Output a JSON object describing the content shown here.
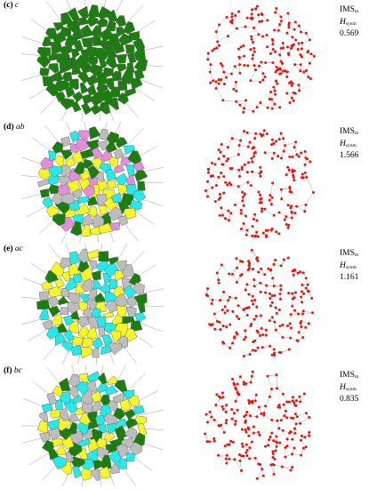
{
  "panels": [
    {
      "tag": "(c)",
      "name": "c",
      "ims": "IMS",
      "ims_sub": "m",
      "h": "H",
      "h_sub": "syn",
      "h_sup": "m",
      "value": "0.569",
      "fill": [
        "#1e7d10"
      ]
    },
    {
      "tag": "(d)",
      "name": "ab",
      "ims": "IMS",
      "ims_sub": "m",
      "h": "H",
      "h_sub": "syn",
      "h_sup": "m",
      "value": "1.566",
      "fill": [
        "#1e7d10",
        "#f5f529",
        "#e08fd8",
        "#28e8e8",
        "#bdbdbd"
      ]
    },
    {
      "tag": "(e)",
      "name": "ac",
      "ims": "IMS",
      "ims_sub": "m",
      "h": "H",
      "h_sub": "syn",
      "h_sup": "m",
      "value": "1.161",
      "fill": [
        "#1e7d10",
        "#f5f529",
        "#28e8e8",
        "#bdbdbd"
      ]
    },
    {
      "tag": "(f)",
      "name": "bc",
      "ims": "IMS",
      "ims_sub": "m",
      "h": "H",
      "h_sub": "syn",
      "h_sup": "m",
      "value": "0.835",
      "fill": [
        "#f5f529",
        "#1e7d10",
        "#28e8e8",
        "#bdbdbd"
      ]
    }
  ],
  "colors": {
    "node": "#e4170f",
    "edge": "#b0b0b0",
    "edge_alt": "#5cc7d6",
    "outline": "#555555"
  }
}
